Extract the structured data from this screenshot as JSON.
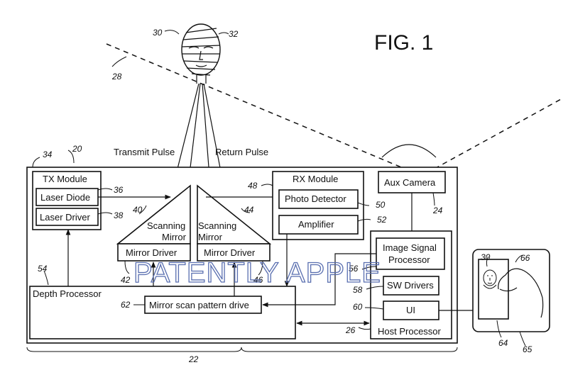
{
  "figure": {
    "title": "FIG. 1",
    "watermark": "PATENTLY APPLE"
  },
  "signals": {
    "transmit": "Transmit Pulse",
    "return": "Return Pulse"
  },
  "blocks": {
    "tx_module": "TX Module",
    "laser_diode": "Laser Diode",
    "laser_driver": "Laser Driver",
    "scanning_mirror_left_1": "Scanning",
    "scanning_mirror_left_2": "Mirror",
    "scanning_mirror_right_1": "Scanning",
    "scanning_mirror_right_2": "Mirror",
    "mirror_driver_left": "Mirror Driver",
    "mirror_driver_right": "Mirror Driver",
    "rx_module": "RX Module",
    "photo_detector": "Photo Detector",
    "amplifier": "Amplifier",
    "aux_camera": "Aux Camera",
    "image_signal_processor_1": "Image Signal",
    "image_signal_processor_2": "Processor",
    "sw_drivers": "SW Drivers",
    "ui": "UI",
    "host_processor": "Host Processor",
    "depth_processor": "Depth Processor",
    "mirror_scan_pattern_drive": "Mirror scan pattern drive"
  },
  "refs": {
    "r20": "20",
    "r22": "22",
    "r24": "24",
    "r26": "26",
    "r28": "28",
    "r30": "30",
    "r32": "32",
    "r34": "34",
    "r36": "36",
    "r38": "38",
    "r40": "40",
    "r42": "42",
    "r44": "44",
    "r46": "46",
    "r48": "48",
    "r50": "50",
    "r52": "52",
    "r54": "54",
    "r56": "56",
    "r58": "58",
    "r60": "60",
    "r62": "62",
    "r64": "64",
    "r65": "65",
    "r66": "66",
    "r30b": "30"
  }
}
